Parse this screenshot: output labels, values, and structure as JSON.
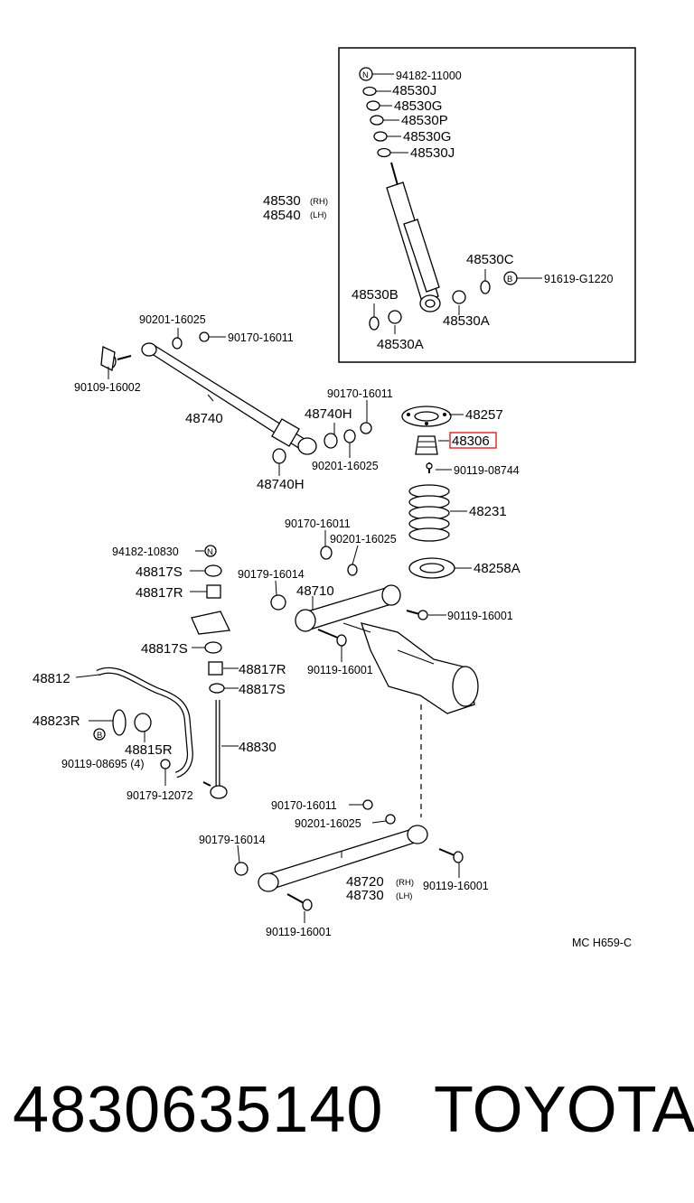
{
  "diagram": {
    "labels": {
      "p94182_11000": "94182-11000",
      "p48530J_a": "48530J",
      "p48530G_a": "48530G",
      "p48530P": "48530P",
      "p48530G_b": "48530G",
      "p48530J_b": "48530J",
      "p48530": "48530",
      "p48540": "48540",
      "rh1": "(RH)",
      "lh1": "(LH)",
      "p48530C": "48530C",
      "p91619": "91619-G1220",
      "p48530B": "48530B",
      "p48530A_a": "48530A",
      "p48530A_b": "48530A",
      "p90201_16025_a": "90201-16025",
      "p90170_16011_a": "90170-16011",
      "p90109_16002": "90109-16002",
      "p48740": "48740",
      "p90170_16011_b": "90170-16011",
      "p48740H_a": "48740H",
      "p90201_16025_b": "90201-16025",
      "p48740H_b": "48740H",
      "p48257": "48257",
      "p48306": "48306",
      "p90119_08744": "90119-08744",
      "p48231": "48231",
      "p90170_16011_c": "90170-16011",
      "p90201_16025_c": "90201-16025",
      "p48258A": "48258A",
      "p94182_10830": "94182-10830",
      "p48817S_a": "48817S",
      "p90179_16014_a": "90179-16014",
      "p48710": "48710",
      "p48817R_a": "48817R",
      "p90119_16001_a": "90119-16001",
      "p48817S_b": "48817S",
      "p90119_16001_b": "90119-16001",
      "p48812": "48812",
      "p48817R_b": "48817R",
      "p48817S_c": "48817S",
      "p48823R": "48823R",
      "p48815R": "48815R",
      "p48830": "48830",
      "p90119_08695": "90119-08695 (4)",
      "p90179_12072": "90179-12072",
      "p90170_16011_d": "90170-16011",
      "p90201_16025_d": "90201-16025",
      "p90179_16014_b": "90179-16014",
      "p48720": "48720",
      "p48730": "48730",
      "rh2": "(RH)",
      "lh2": "(LH)",
      "p90119_16001_c": "90119-16001",
      "p90119_16001_d": "90119-16001",
      "code": "MC H659-C",
      "sym_N_a": "N",
      "sym_B": "B",
      "sym_N_b": "N",
      "sym_B_b": "B"
    }
  },
  "caption": {
    "part_number": "4830635140",
    "brand": "TOYOTA"
  },
  "colors": {
    "highlight": "#e02020",
    "ink": "#000000"
  }
}
